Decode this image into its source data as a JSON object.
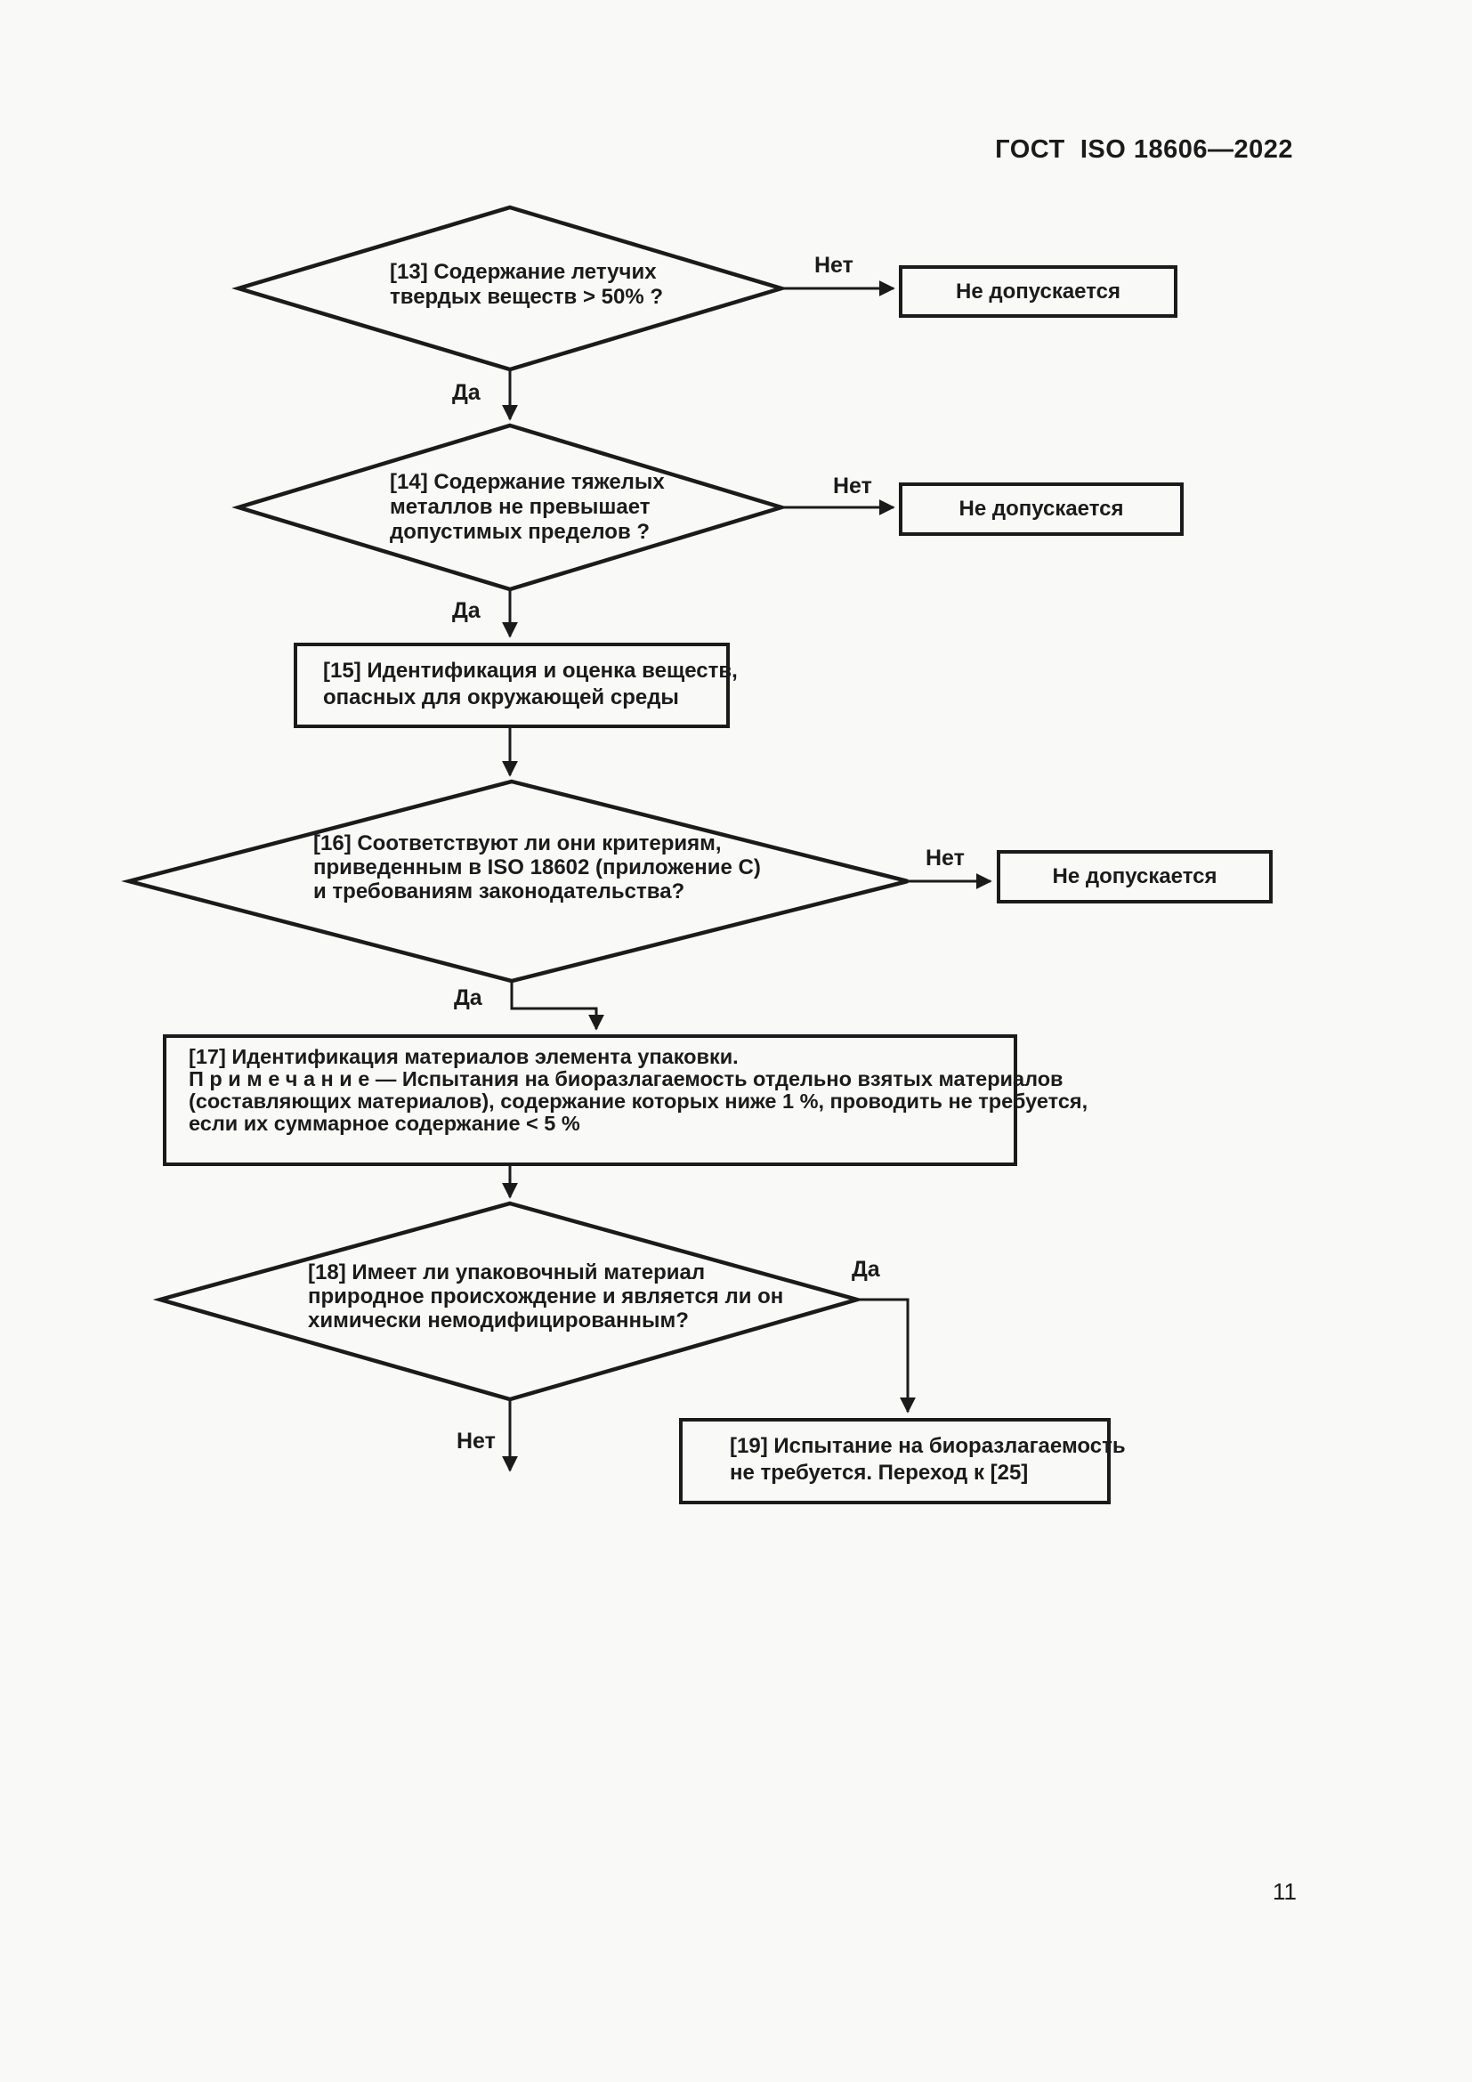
{
  "page": {
    "header": "ГОСТ  ISO 18606—2022",
    "page_number": "11"
  },
  "flowchart": {
    "nodes": {
      "d13": {
        "type": "decision",
        "lines": [
          "[13] Содержание летучих",
          "твердых веществ > 50% ?"
        ]
      },
      "reject1": {
        "type": "terminator",
        "label": "Не допускается"
      },
      "d14": {
        "type": "decision",
        "lines": [
          "[14] Содержание тяжелых",
          "металлов не превышает",
          "допустимых пределов ?"
        ]
      },
      "reject2": {
        "type": "terminator",
        "label": "Не допускается"
      },
      "p15": {
        "type": "process",
        "lines": [
          "[15] Идентификация и оценка веществ,",
          "опасных для окружающей среды"
        ]
      },
      "d16": {
        "type": "decision",
        "lines": [
          "[16] Соответствуют ли они критериям,",
          "приведенным в ISO 18602 (приложение C)",
          "и требованиям законодательства?"
        ]
      },
      "reject3": {
        "type": "terminator",
        "label": "Не допускается"
      },
      "p17": {
        "type": "process",
        "lines": [
          "[17] Идентификация материалов элемента упаковки.",
          "П р и м е ч а н и е — Испытания на биоразлагаемость отдельно взятых материалов",
          "(составляющих материалов), содержание которых ниже 1 %, проводить не требуется,",
          "если их суммарное содержание < 5 %"
        ]
      },
      "d18": {
        "type": "decision",
        "lines": [
          "[18] Имеет ли упаковочный материал",
          "природное происхождение и является ли он",
          "химически немодифицированным?"
        ]
      },
      "p19": {
        "type": "process",
        "lines": [
          "[19] Испытание на биоразлагаемость",
          "не требуется. Переход к [25]"
        ]
      }
    },
    "labels": {
      "no13": "Нет",
      "yes13": "Да",
      "no14": "Нет",
      "yes14": "Да",
      "no16": "Нет",
      "yes16": "Да",
      "yes18": "Да",
      "no18": "Нет"
    }
  }
}
